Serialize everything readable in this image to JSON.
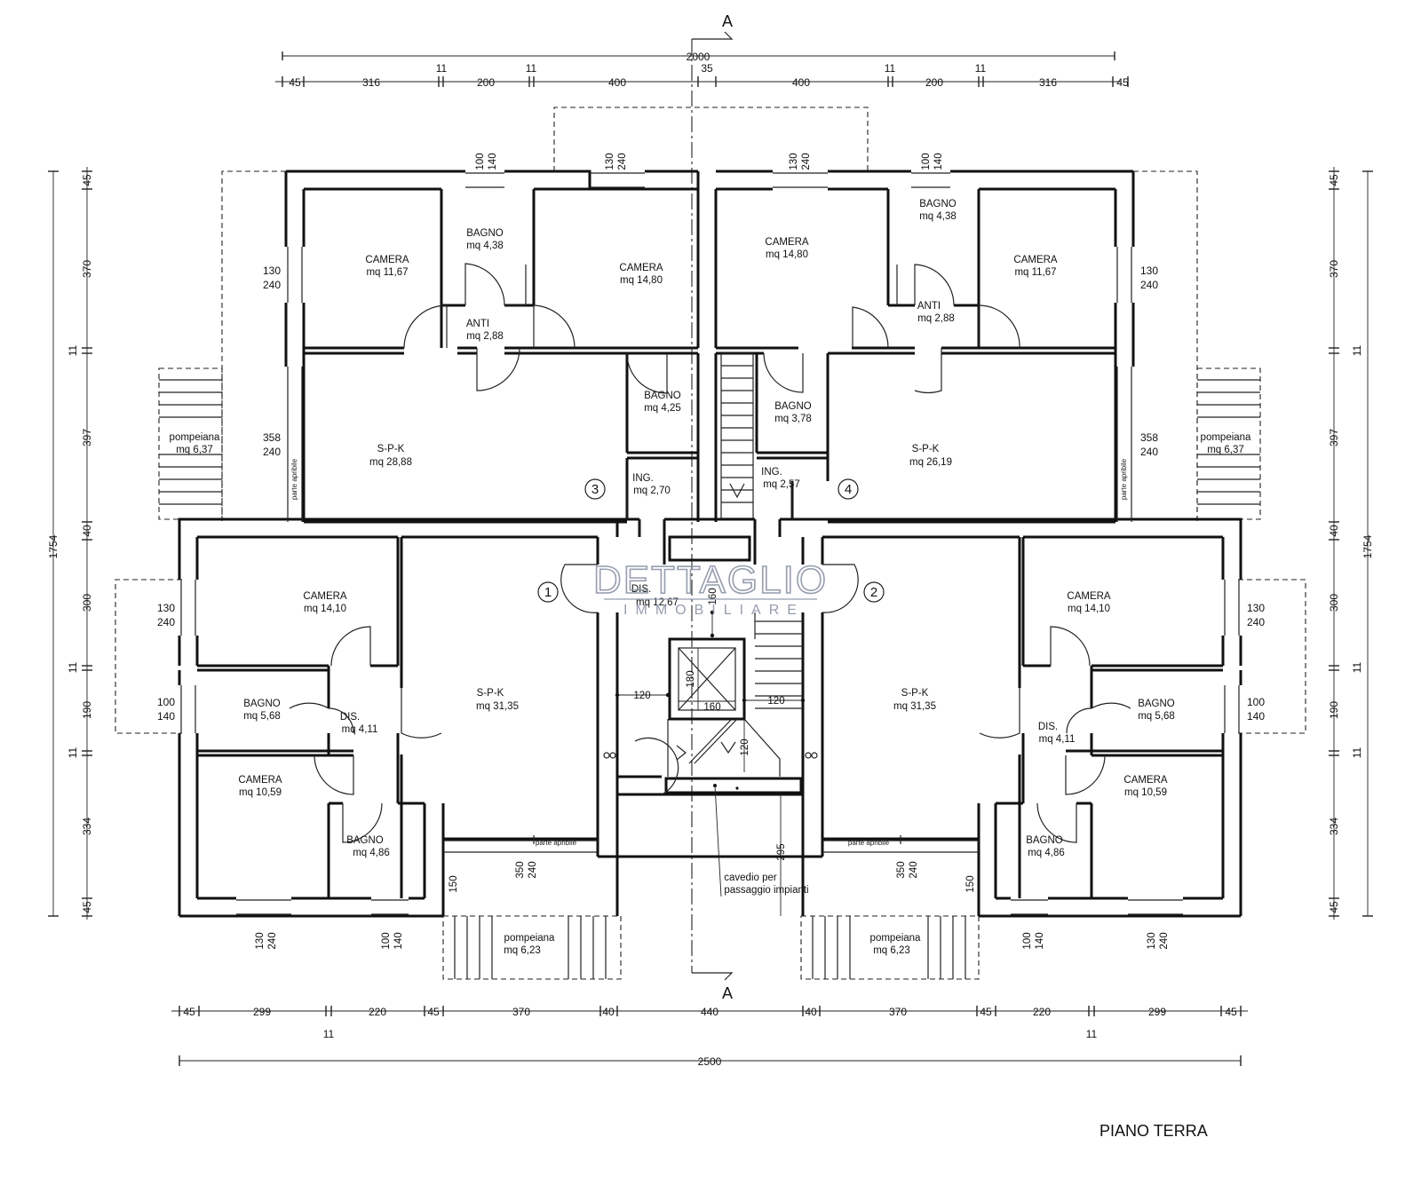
{
  "title": "PIANO TERRA",
  "section_marker": "A",
  "watermark": {
    "line1": "DETTAGLIO",
    "line2": "IMMOBILIARE"
  },
  "units": [
    "1",
    "2",
    "3",
    "4"
  ],
  "rooms": {
    "r3_camera": {
      "name": "CAMERA",
      "area": "mq 11,67"
    },
    "r3_bagno": {
      "name": "BAGNO",
      "area": "mq 4,38"
    },
    "r3_camera2": {
      "name": "CAMERA",
      "area": "mq 14,80"
    },
    "r3_anti": {
      "name": "ANTI",
      "area": "mq 2,88"
    },
    "r3_bagno2": {
      "name": "BAGNO",
      "area": "mq 4,25"
    },
    "r3_spk": {
      "name": "S-P-K",
      "area": "mq 28,88"
    },
    "r3_ing": {
      "name": "ING.",
      "area": "mq 2,70"
    },
    "r4_camera": {
      "name": "CAMERA",
      "area": "mq 14,80"
    },
    "r4_bagno": {
      "name": "BAGNO",
      "area": "mq 4,38"
    },
    "r4_camera2": {
      "name": "CAMERA",
      "area": "mq 11,67"
    },
    "r4_anti": {
      "name": "ANTI",
      "area": "mq 2,88"
    },
    "r4_bagno2": {
      "name": "BAGNO",
      "area": "mq 3,78"
    },
    "r4_spk": {
      "name": "S-P-K",
      "area": "mq 26,19"
    },
    "r4_ing": {
      "name": "ING.",
      "area": "mq 2,57"
    },
    "pomp_left": {
      "name": "pompeiana",
      "area": "mq 6,37"
    },
    "pomp_right": {
      "name": "pompeiana",
      "area": "mq 6,37"
    },
    "dis_center": {
      "name": "DIS.",
      "area": "mq 12,67"
    },
    "r1_camera": {
      "name": "CAMERA",
      "area": "mq 14,10"
    },
    "r1_bagno": {
      "name": "BAGNO",
      "area": "mq 5,68"
    },
    "r1_dis": {
      "name": "DIS.",
      "area": "mq 4,11"
    },
    "r1_spk": {
      "name": "S-P-K",
      "area": "mq 31,35"
    },
    "r1_camera2": {
      "name": "CAMERA",
      "area": "mq 10,59"
    },
    "r1_bagno2": {
      "name": "BAGNO",
      "area": "mq 4,86"
    },
    "r2_camera": {
      "name": "CAMERA",
      "area": "mq 14,10"
    },
    "r2_bagno": {
      "name": "BAGNO",
      "area": "mq 5,68"
    },
    "r2_dis": {
      "name": "DIS.",
      "area": "mq 4,11"
    },
    "r2_spk": {
      "name": "S-P-K",
      "area": "mq 31,35"
    },
    "r2_camera2": {
      "name": "CAMERA",
      "area": "mq 10,59"
    },
    "r2_bagno2": {
      "name": "BAGNO",
      "area": "mq 4,86"
    },
    "pomp_bl": {
      "name": "pompeiana",
      "area": "mq 6,23"
    },
    "pomp_br": {
      "name": "pompeiana",
      "area": "mq 6,23"
    }
  },
  "notes": {
    "parte_apribile": "parte apribile",
    "cavedio_1": "cavedio per",
    "cavedio_2": "passaggio impianti"
  },
  "dims": {
    "top_total": "2000",
    "top_chain": [
      "45",
      "316",
      "11",
      "200",
      "11",
      "400",
      "35",
      "400",
      "11",
      "200",
      "11",
      "316",
      "45"
    ],
    "bottom_chain": [
      "45",
      "299",
      "11",
      "220",
      "45",
      "370",
      "40",
      "440",
      "40",
      "370",
      "45",
      "220",
      "11",
      "299",
      "45"
    ],
    "bottom_total": "2500",
    "side_total": "1754",
    "side_chain": [
      "45",
      "370",
      "11",
      "397",
      "40",
      "300",
      "11",
      "190",
      "11",
      "334",
      "45"
    ],
    "win_130": "130",
    "win_240": "240",
    "win_100": "100",
    "win_140": "140",
    "win_358": "358",
    "win_350": "350",
    "d_150": "150",
    "d_160": "160",
    "d_180": "180",
    "d_120": "120",
    "d_295": "295"
  }
}
